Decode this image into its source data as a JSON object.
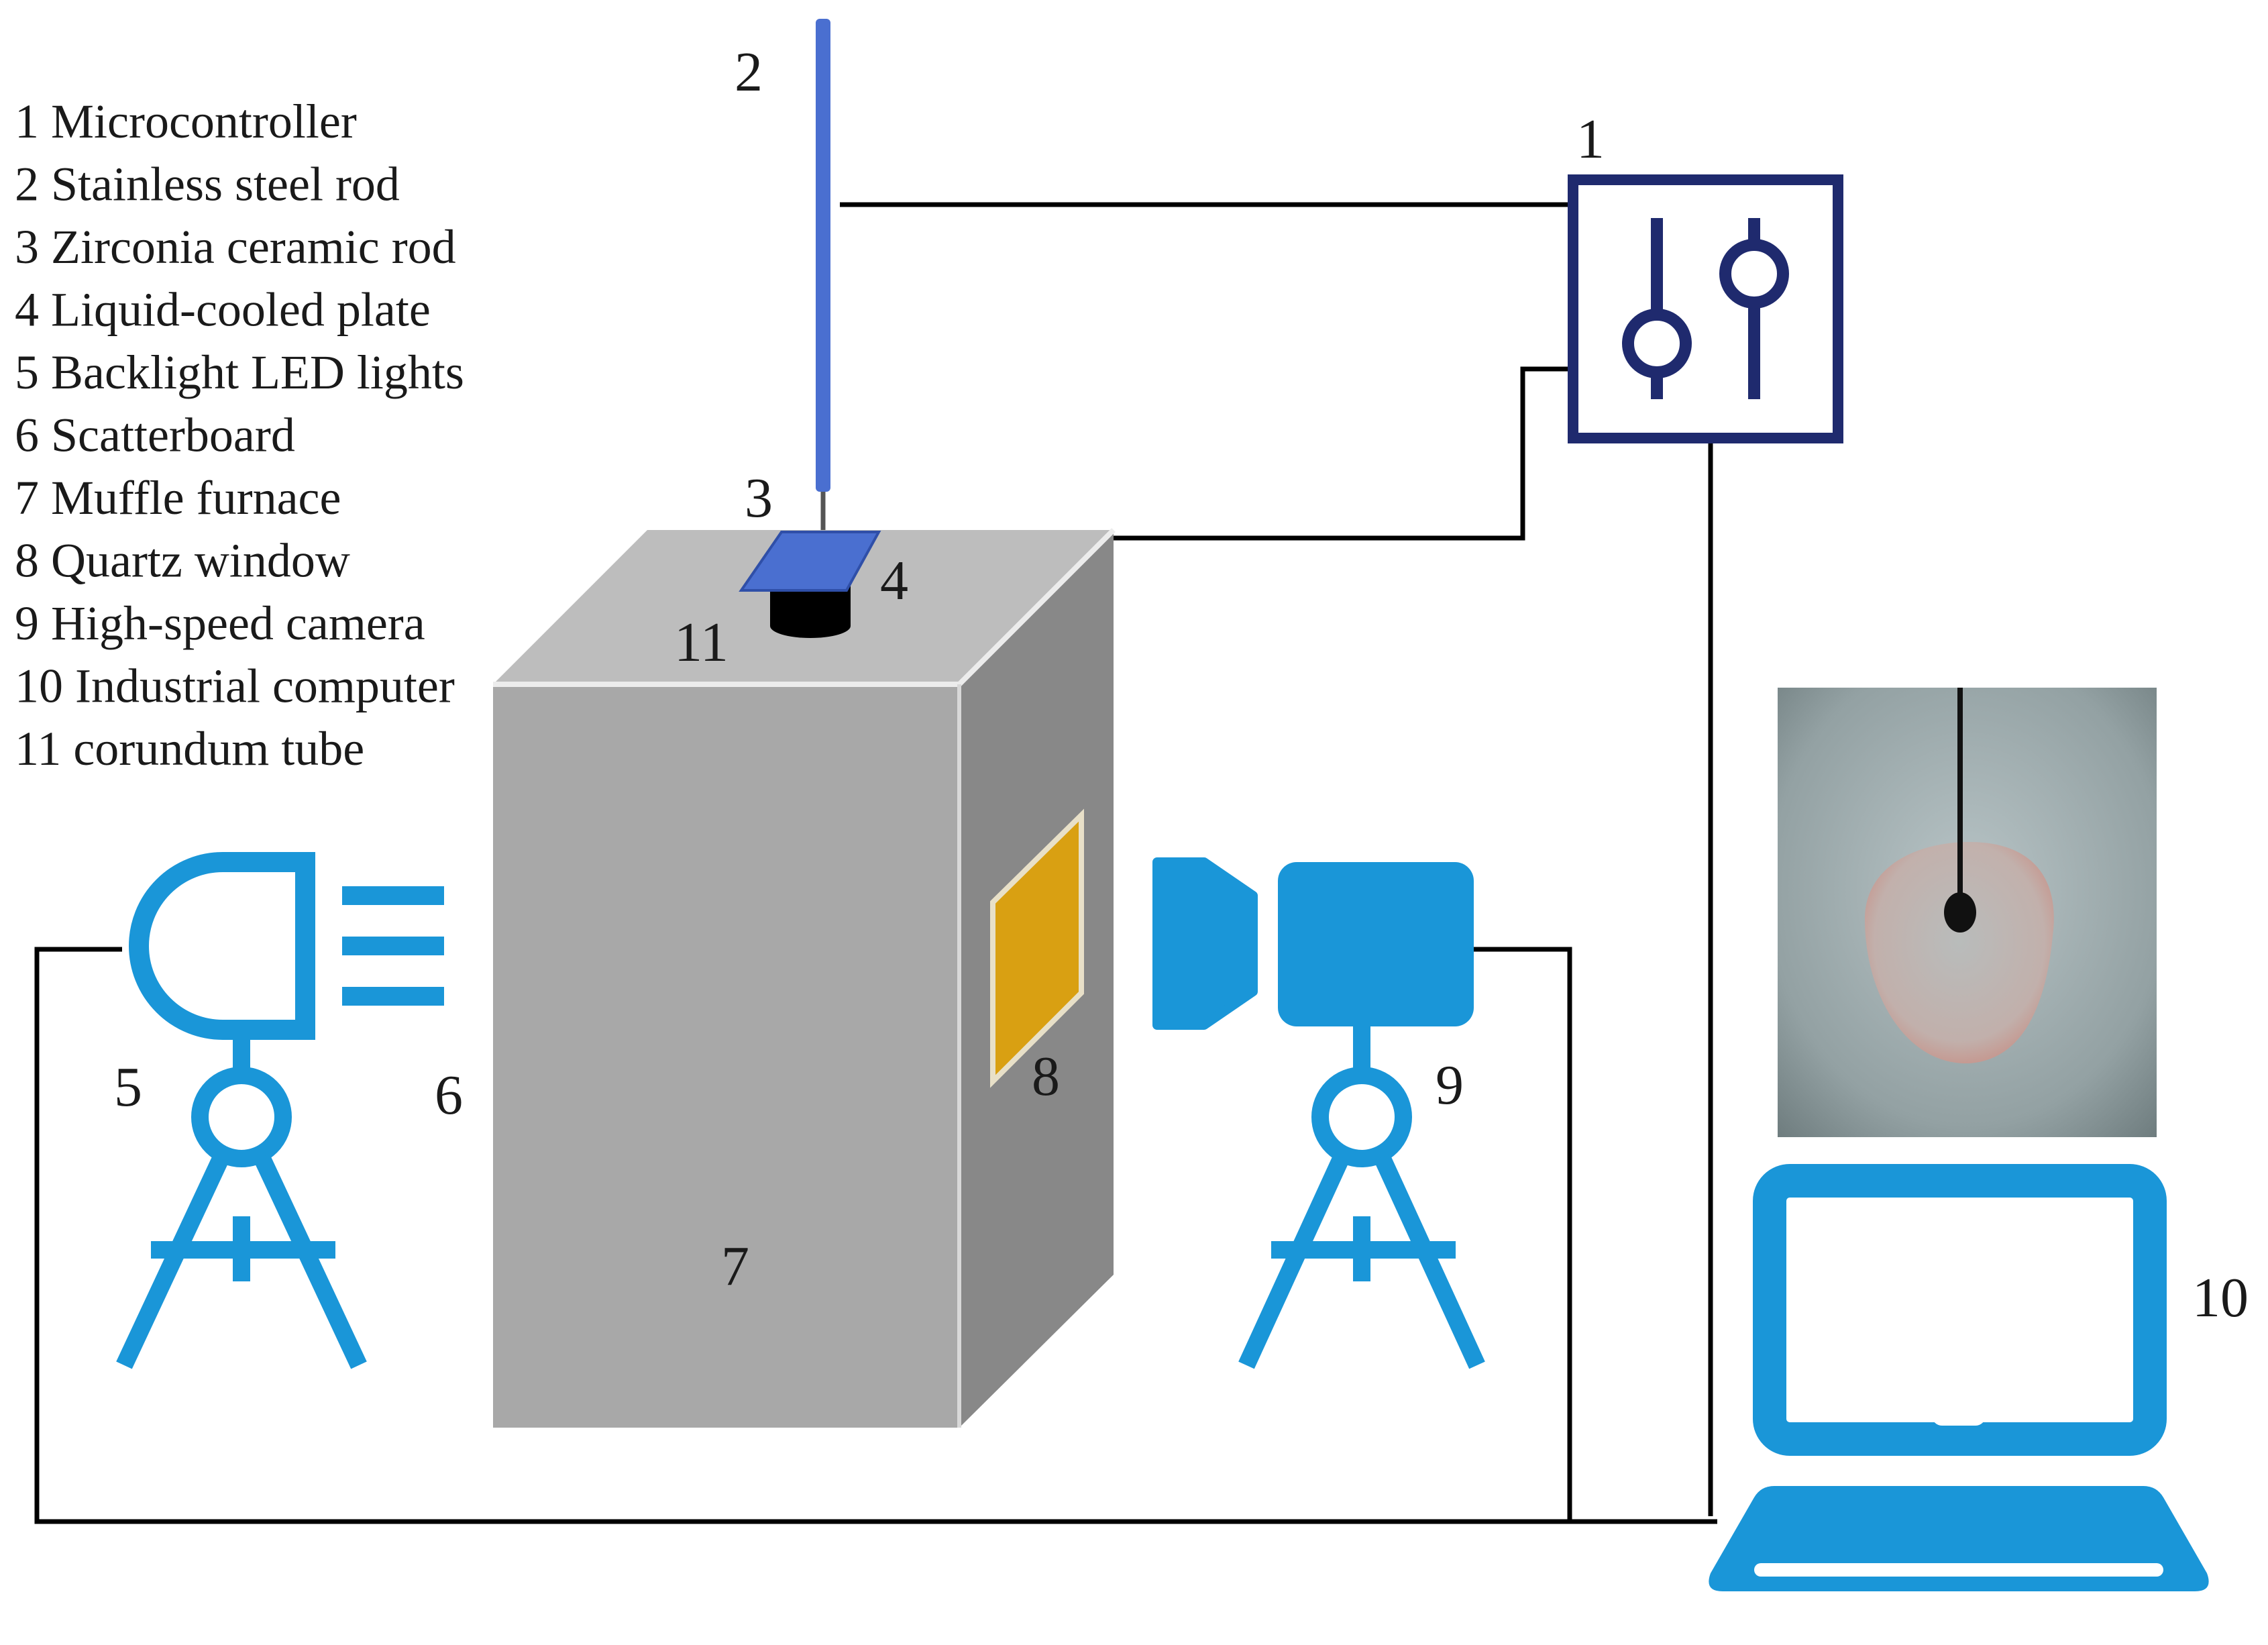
{
  "legend": {
    "items": [
      "1 Microcontroller",
      "2 Stainless steel rod",
      "3 Zirconia ceramic rod",
      "4 Liquid-cooled plate",
      "5 Backlight LED lights",
      "6 Scatterboard",
      "7 Muffle furnace",
      "8 Quartz window",
      "9 High-speed camera",
      "10 Industrial computer",
      "11 corundum tube"
    ]
  },
  "labels": {
    "microcontroller": "1",
    "steel_rod": "2",
    "ceramic_rod": "3",
    "cooled_plate": "4",
    "led_light": "5",
    "scatterboard": "6",
    "furnace": "7",
    "quartz_window": "8",
    "camera": "9",
    "computer": "10",
    "corundum_tube": "11"
  },
  "colors": {
    "equipment_blue": "#1a96d8",
    "rod_blue": "#4a6fd0",
    "controller_navy": "#1f2a6e",
    "furnace_front": "#a8a8a8",
    "furnace_top": "#bdbdbd",
    "furnace_side": "#888888",
    "quartz_window": "#d9a012",
    "wire": "#000000"
  },
  "icons": {
    "controller": "slider-controls-icon",
    "light": "spotlight-icon",
    "camera": "video-camera-icon",
    "computer": "laptop-icon"
  }
}
